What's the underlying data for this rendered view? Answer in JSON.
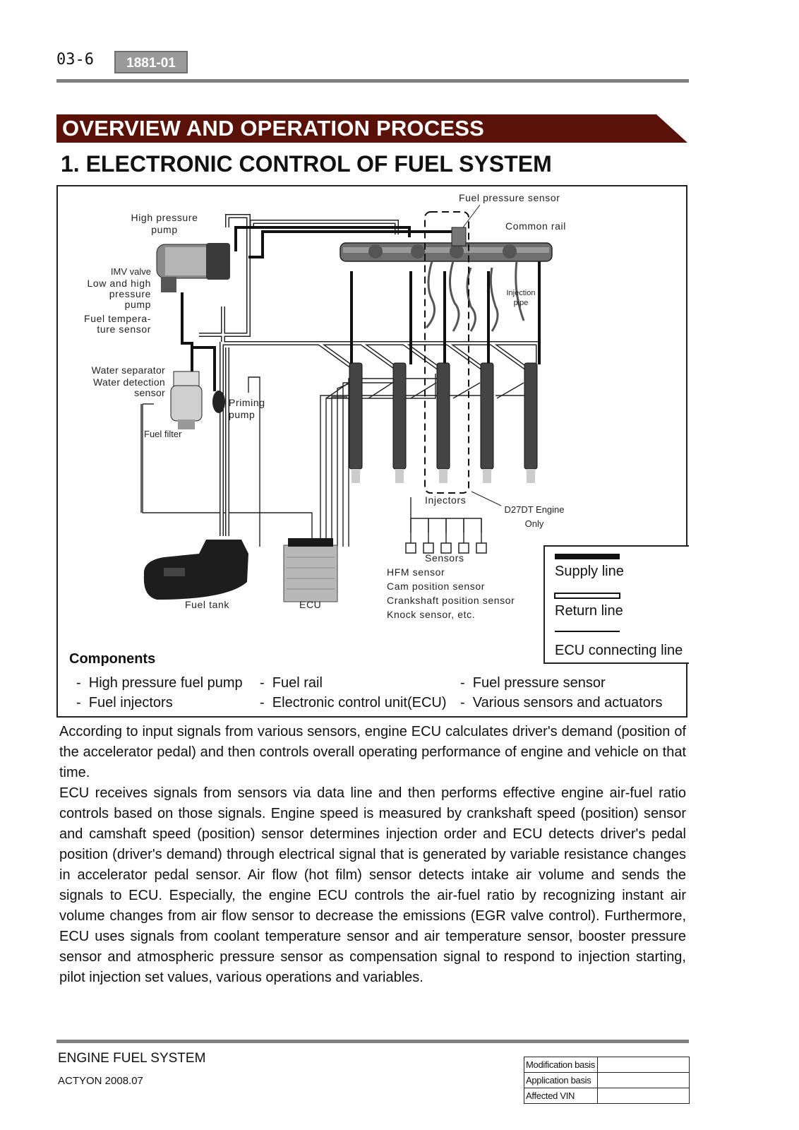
{
  "header": {
    "page_number": "03-6",
    "doc_code": "1881-01"
  },
  "banner": {
    "title": "OVERVIEW AND OPERATION PROCESS",
    "color": "#5a1208"
  },
  "section": {
    "title": "1. ELECTRONIC CONTROL OF FUEL SYSTEM"
  },
  "diagram": {
    "labels": {
      "fuel_pressure_sensor": "Fuel pressure sensor",
      "high_pressure_pump": "High pressure\npump",
      "common_rail": "Common rail",
      "imv_valve": "IMV valve",
      "low_high_pump": "Low and high\npressure\npump",
      "fuel_temp_sensor": "Fuel tempera-\nture sensor",
      "injection_pipe": "Injection\npipe",
      "water_separator": "Water separator",
      "water_detection": "Water detection\nsensor",
      "priming_pump": "Priming\npump",
      "fuel_filter": "Fuel filter",
      "injectors": "Injectors",
      "d27dt": "D27DT Engine\nOnly",
      "sensors": "Sensors",
      "sensor_list": [
        "HFM sensor",
        "Cam position sensor",
        "Crankshaft position sensor",
        "Knock sensor, etc."
      ],
      "fuel_tank": "Fuel tank",
      "ecu": "ECU"
    },
    "legend": {
      "supply": "Supply line",
      "return": "Return line",
      "ecu_line": "ECU connecting line"
    }
  },
  "components": {
    "title": "Components",
    "col1": [
      "High pressure fuel pump",
      "Fuel injectors"
    ],
    "col2": [
      "Fuel rail",
      "Electronic control unit(ECU)"
    ],
    "col3": [
      "Fuel pressure sensor",
      "Various sensors and actuators"
    ]
  },
  "body": {
    "paragraphs": [
      "According to input signals from various sensors, engine ECU calculates driver's demand (position of the accelerator pedal) and then controls overall operating performance of engine and vehicle on that time.",
      "ECU receives signals from sensors via data line and then performs effective engine air-fuel ratio controls based on those signals. Engine speed is measured by crankshaft speed (position) sensor and camshaft speed (position) sensor determines injection order and ECU detects driver's pedal position (driver's demand) through electrical signal that is generated by variable resistance changes in accelerator pedal sensor. Air flow (hot film) sensor detects intake air volume and sends the signals to ECU. Especially, the engine ECU controls the air-fuel ratio by recognizing instant air volume changes from air flow sensor to decrease the emissions (EGR valve control). Furthermore, ECU uses signals from coolant temperature sensor and air temperature sensor, booster pressure sensor and atmospheric pressure sensor as compensation signal to respond to injection starting, pilot injection set values, various operations and variables."
    ]
  },
  "footer": {
    "title": "ENGINE FUEL SYSTEM",
    "subtitle": "ACTYON 2008.07",
    "table": [
      {
        "key": "Modification basis",
        "value": ""
      },
      {
        "key": "Application basis",
        "value": ""
      },
      {
        "key": "Affected VIN",
        "value": ""
      }
    ]
  }
}
